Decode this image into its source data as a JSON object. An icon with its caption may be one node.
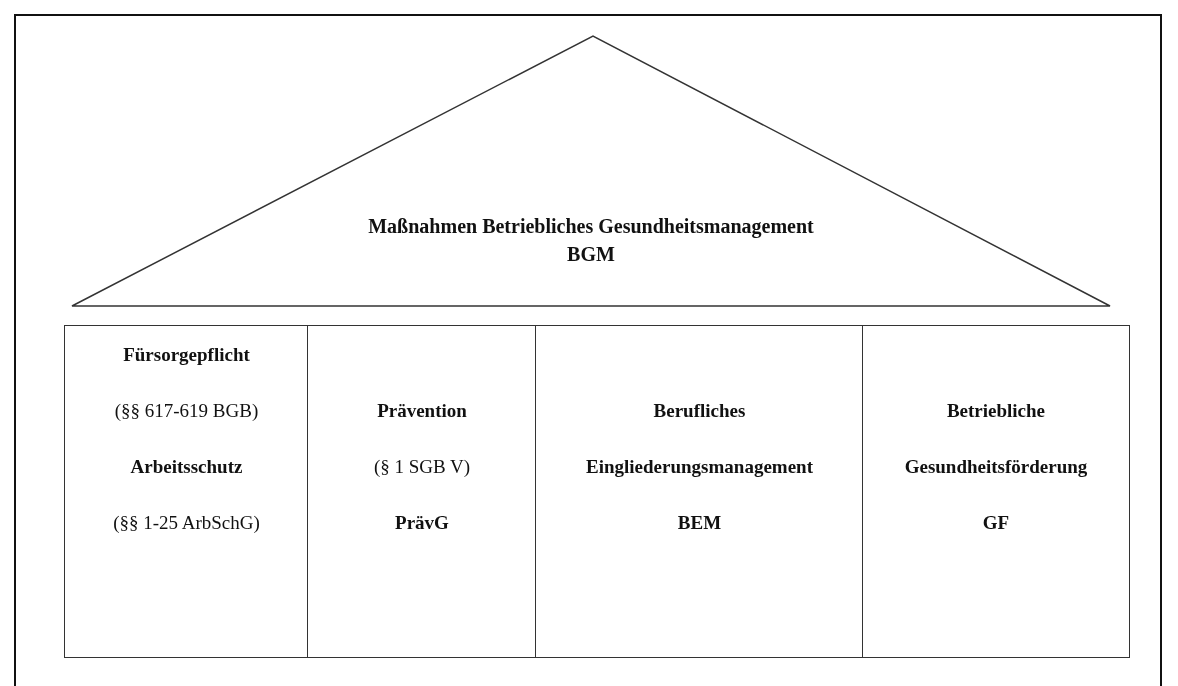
{
  "diagram": {
    "nodes": [
      {
        "text": [
          "Maßnahmen Betriebliches Gesundheitsmanagement BGM"
        ]
      },
      {
        "text": [
          "Fürsorgepflicht",
          "(§§ 617-619 BGB)",
          "Arbeitsschutz",
          "(§§ 1-25 ArbSchG)"
        ]
      },
      {
        "text": [
          "Prävention",
          "(§ 1 SGB V)",
          "PrävG"
        ]
      },
      {
        "text": [
          "Berufliches",
          "Eingliederungsmanagement",
          "BEM"
        ]
      },
      {
        "text": [
          "Betriebliche",
          "Gesundheitsförderung",
          "GF"
        ]
      }
    ]
  }
}
